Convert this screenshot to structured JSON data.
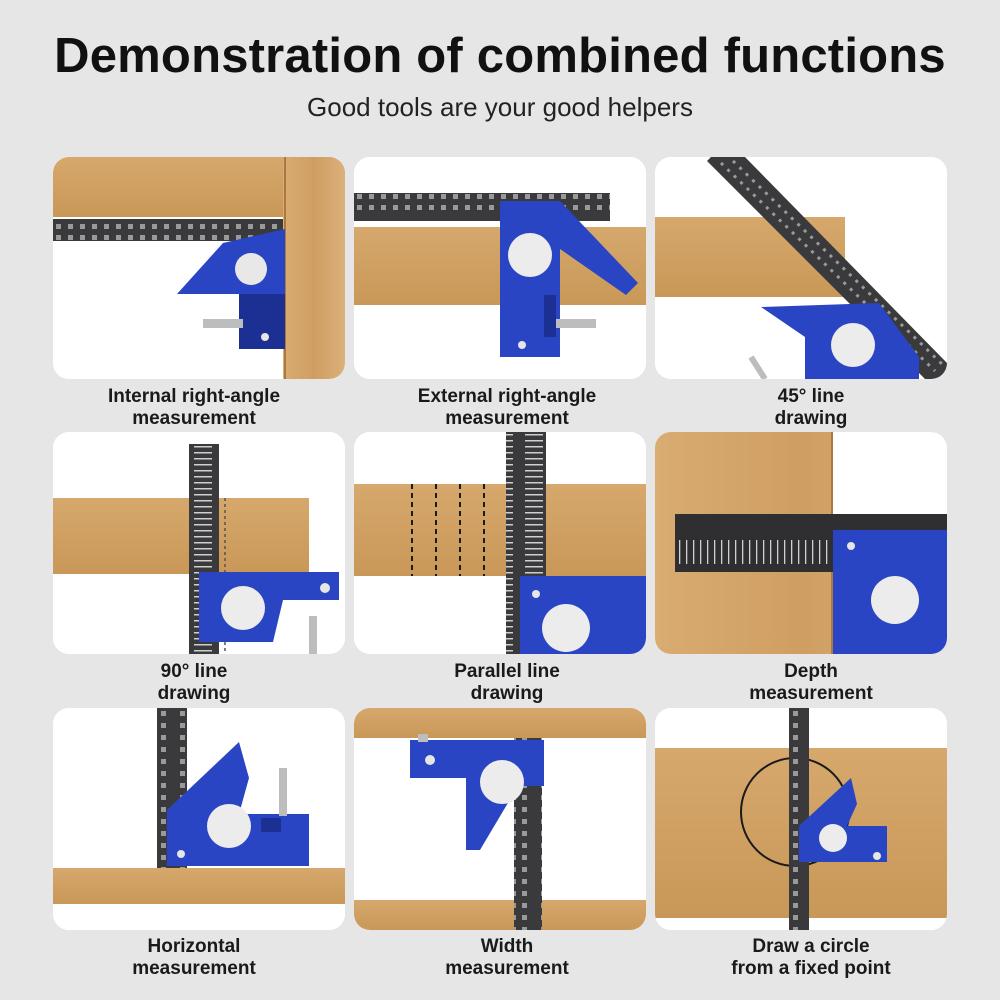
{
  "header": {
    "title": "Demonstration of combined functions",
    "subtitle": "Good tools are your good helpers"
  },
  "colors": {
    "wood": "#d7a96e",
    "wood_dark": "#b98a4f",
    "ruler": "#3a3a3c",
    "head": "#2a45c4",
    "head_dark": "#1c2f93",
    "background": "#e6e6e6"
  },
  "cards": [
    {
      "line1": "Internal right-angle",
      "line2": "measurement",
      "icon": "internal-right-angle-icon"
    },
    {
      "line1": "External right-angle",
      "line2": "measurement",
      "icon": "external-right-angle-icon"
    },
    {
      "line1": "45° line",
      "line2": "drawing",
      "icon": "line-45-icon"
    },
    {
      "line1": "90° line",
      "line2": "drawing",
      "icon": "line-90-icon"
    },
    {
      "line1": "Parallel line",
      "line2": "drawing",
      "icon": "parallel-line-icon"
    },
    {
      "line1": "Depth",
      "line2": "measurement",
      "icon": "depth-icon"
    },
    {
      "line1": "Horizontal",
      "line2": "measurement",
      "icon": "horizontal-icon"
    },
    {
      "line1": "Width",
      "line2": "measurement",
      "icon": "width-icon"
    },
    {
      "line1": "Draw a circle",
      "line2": "from a fixed point",
      "icon": "circle-icon"
    }
  ]
}
